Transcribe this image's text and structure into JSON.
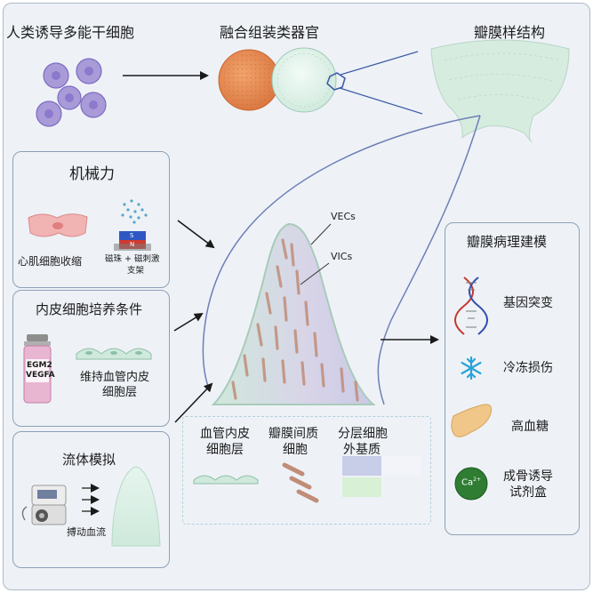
{
  "top": {
    "ipsc_label": "人类诱导多能干细胞",
    "organoid_label": "融合组装类器官",
    "valve_label": "瓣膜样结构"
  },
  "mechanical": {
    "title": "机械力",
    "cardio_label": "心肌细胞收缩",
    "beads_label_line1": "磁珠 + 磁刺激",
    "beads_label_line2": "支架",
    "magnet_n": "N",
    "magnet_s": "S"
  },
  "endothelial": {
    "title": "内皮细胞培养条件",
    "vial_line1": "EGM2",
    "vial_line2": "VEGFA",
    "maintain_line1": "维持血管内皮",
    "maintain_line2": "细胞层"
  },
  "fluid": {
    "title": "流体模拟",
    "pump_label": "搏动血流"
  },
  "valve": {
    "vecs_label": "VECs",
    "vics_label": "VICs"
  },
  "legend": {
    "endo_line1": "血管内皮",
    "endo_line2": "细胞层",
    "vic_line1": "瓣膜间质",
    "vic_line2": "细胞",
    "ecm_line1": "分层细胞",
    "ecm_line2": "外基质"
  },
  "disease": {
    "title": "瓣膜病理建模",
    "items": [
      {
        "label_line1": "基因突变",
        "label_line2": "",
        "icon": "dna-icon"
      },
      {
        "label_line1": "冷冻损伤",
        "label_line2": "",
        "icon": "snowflake-icon"
      },
      {
        "label_line1": "高血糖",
        "label_line2": "",
        "icon": "pancreas-icon"
      },
      {
        "label_line1": "成骨诱导",
        "label_line2": "试剂盒",
        "icon": "calcium-icon"
      }
    ],
    "calcium_symbol": "Ca",
    "calcium_charge": "2+"
  },
  "colors": {
    "panel_bg": "#eef2f7",
    "panel_border": "#8ea0b6",
    "endothelial_green": "#cfe9dc",
    "vic_brown": "#c9a08e",
    "ecm_purple": "#c8cde8",
    "ipsc_purple": "#a99ad8",
    "organoid_orange": "#e8905a",
    "calcium_green": "#2e7d32"
  }
}
